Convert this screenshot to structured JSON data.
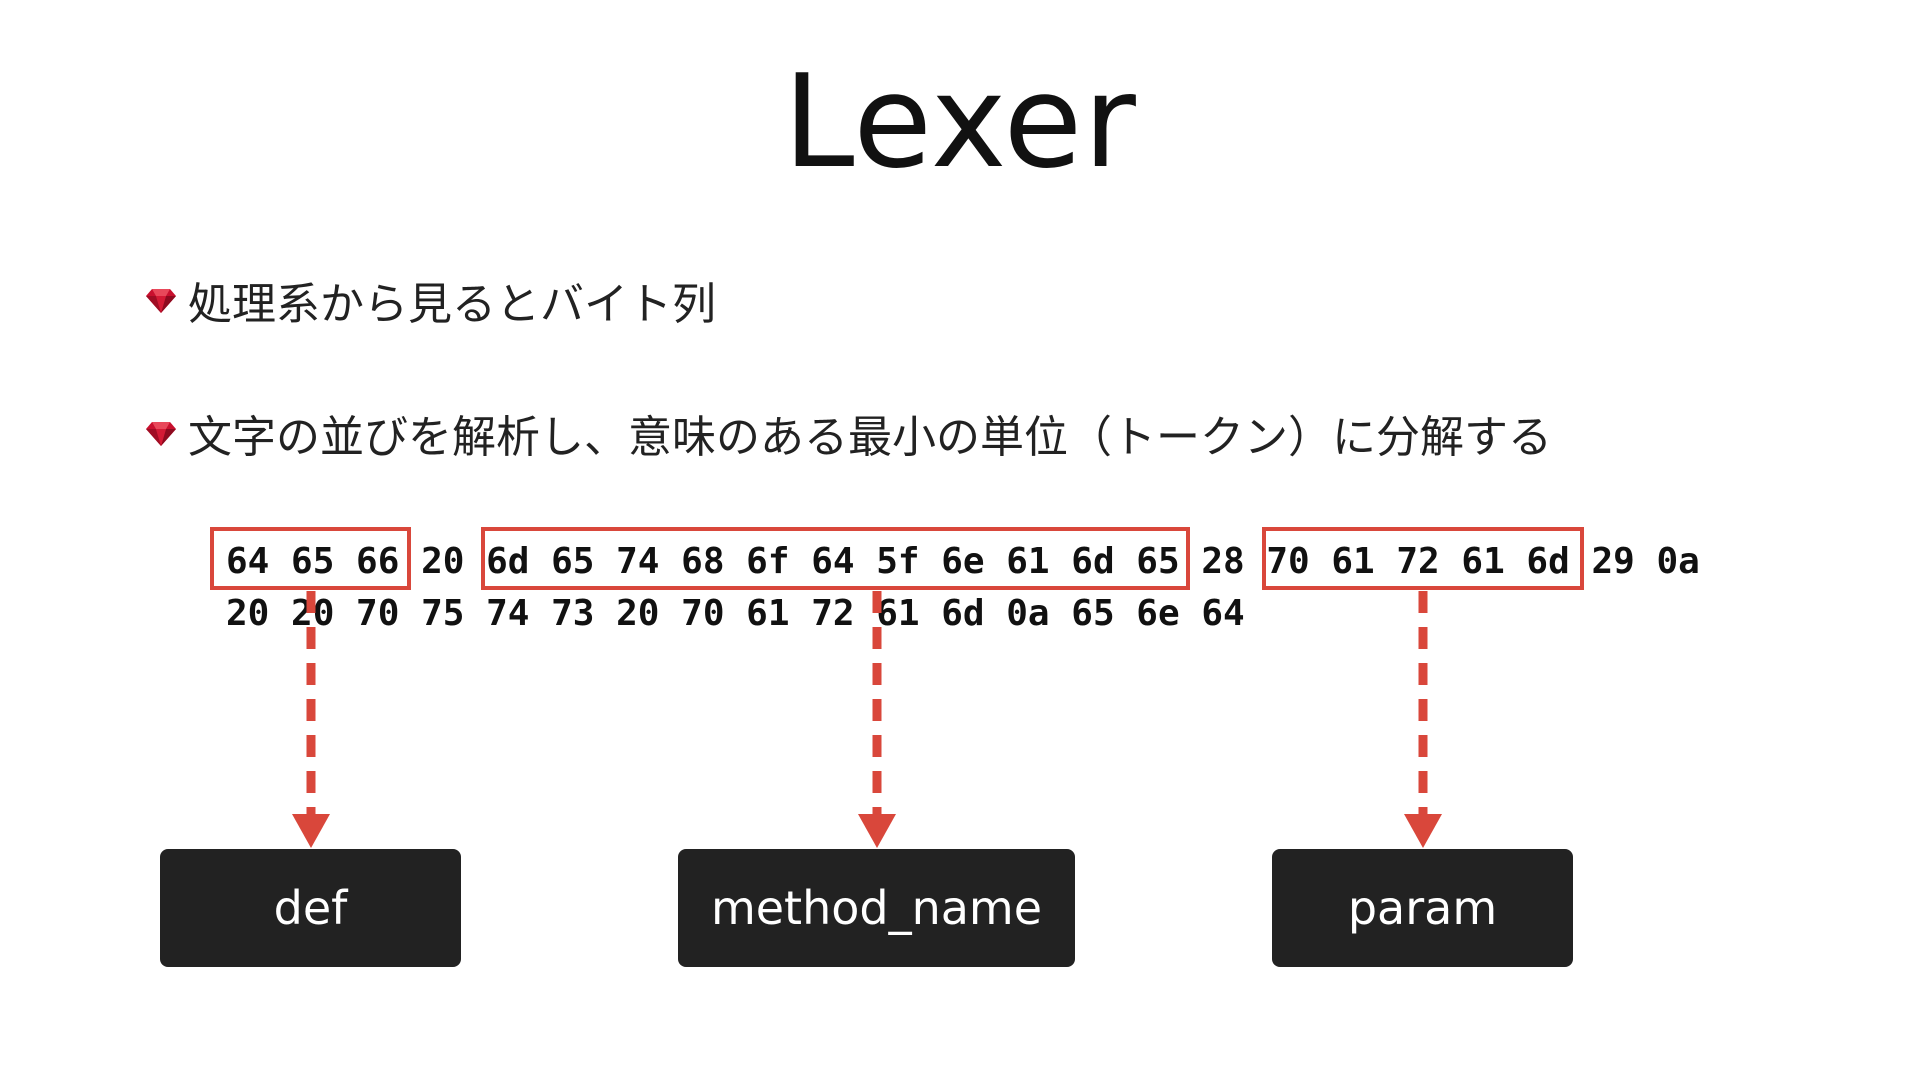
{
  "title": "Lexer",
  "bullets": [
    {
      "icon": "ruby-gem-icon",
      "text": "処理系から見るとバイト列"
    },
    {
      "icon": "ruby-gem-icon",
      "text": "文字の並びを解析し、意味のある最小の単位（トークン）に分解する"
    }
  ],
  "hex_lines": [
    "64 65 66 20 6d 65 74 68 6f 64 5f 6e 61 6d 65 28 70 61 72 61 6d 29 0a",
    "20 20 70 75 74 73 20 70 61 72 61 6d 0a 65 6e 64"
  ],
  "tokens": [
    {
      "label": "def",
      "bytes": "64 65 66"
    },
    {
      "label": "method_name",
      "bytes": "6d 65 74 68 6f 64 5f 6e 61 6d 65"
    },
    {
      "label": "param",
      "bytes": "70 61 72 61 6d"
    }
  ],
  "colors": {
    "highlight": "#d9473b",
    "token_bg": "#222222",
    "token_text": "#ffffff",
    "gem": "#c8102e"
  }
}
